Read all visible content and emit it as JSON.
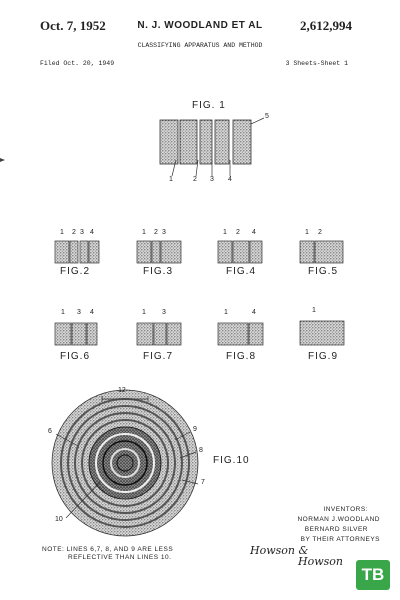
{
  "header": {
    "date": "Oct. 7, 1952",
    "inventor": "N. J. WOODLAND ET AL",
    "patent_number": "2,612,994",
    "title": "CLASSIFYING APPARATUS AND METHOD",
    "filed": "Filed Oct. 20, 1949",
    "sheet": "3 Sheets-Sheet 1"
  },
  "fig1": {
    "label": "FIG. 1",
    "callouts": [
      "1",
      "2",
      "3",
      "4",
      "5"
    ]
  },
  "figs": [
    {
      "label": "FIG.2",
      "nums": [
        "1",
        "2",
        "3",
        "4"
      ]
    },
    {
      "label": "FIG.3",
      "nums": [
        "1",
        "2",
        "3"
      ]
    },
    {
      "label": "FIG.4",
      "nums": [
        "1",
        "2",
        "4"
      ]
    },
    {
      "label": "FIG.5",
      "nums": [
        "1",
        "2"
      ]
    },
    {
      "label": "FIG.6",
      "nums": [
        "1",
        "3",
        "4"
      ]
    },
    {
      "label": "FIG.7",
      "nums": [
        "1",
        "3"
      ]
    },
    {
      "label": "FIG.8",
      "nums": [
        "1",
        "4"
      ]
    },
    {
      "label": "FIG.9",
      "nums": [
        "1"
      ]
    }
  ],
  "fig10": {
    "label": "FIG.10",
    "callouts": [
      "12",
      "6",
      "9",
      "8",
      "7",
      "10"
    ]
  },
  "inventors": {
    "heading": "INVENTORS:",
    "name1": "NORMAN J.WOODLAND",
    "name2": "BERNARD SILVER",
    "by": "BY THEIR ATTORNEYS",
    "sig1": "Howson & ",
    "sig2": "Howson"
  },
  "note": {
    "line1": "NOTE: LINES 6,7, 8, AND 9 ARE LESS",
    "line2": "REFLECTIVE THAN LINES 10."
  },
  "watermark": "TB"
}
